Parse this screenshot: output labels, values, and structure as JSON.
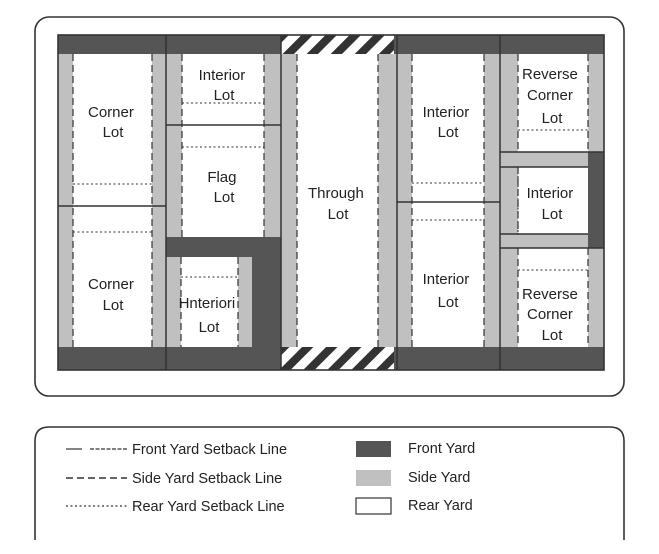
{
  "diagram": {
    "lots": [
      {
        "id": "corner-lot-top",
        "lines": [
          "Corner",
          "Lot"
        ]
      },
      {
        "id": "corner-lot-bottom",
        "lines": [
          "Corner",
          "Lot"
        ]
      },
      {
        "id": "interior-lot-top-left",
        "lines": [
          "Interior",
          "Lot"
        ]
      },
      {
        "id": "flag-lot",
        "lines": [
          "Flag",
          "Lot"
        ]
      },
      {
        "id": "interior-lot-bottom-left",
        "lines": [
          "Hnteriori",
          "Lot"
        ]
      },
      {
        "id": "through-lot",
        "lines": [
          "Through",
          "Lot"
        ]
      },
      {
        "id": "interior-lot-top-right",
        "lines": [
          "Interior",
          "Lot"
        ]
      },
      {
        "id": "interior-lot-bottom-right",
        "lines": [
          "Interior",
          "Lot"
        ]
      },
      {
        "id": "reverse-corner-lot-top",
        "lines": [
          "Reverse",
          "Corner",
          "Lot"
        ]
      },
      {
        "id": "interior-lot-middle-right",
        "lines": [
          "Interior",
          "Lot"
        ]
      },
      {
        "id": "reverse-corner-lot-bottom",
        "lines": [
          "Reverse",
          "Corner",
          "Lot"
        ]
      }
    ]
  },
  "legend": {
    "front_setback": "Front Yard Setback Line",
    "side_setback": "Side Yard Setback Line",
    "rear_setback": "Rear Yard Setback Line",
    "front_yard": "Front Yard",
    "side_yard": "Side Yard",
    "rear_yard": "Rear Yard"
  },
  "colors": {
    "front_yard": "#555555",
    "side_yard": "#c0c0c0",
    "rear_yard": "#ffffff",
    "outline": "#333333"
  }
}
